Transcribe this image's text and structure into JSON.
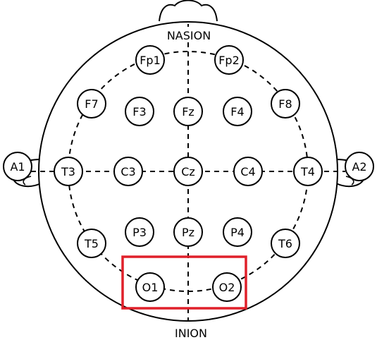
{
  "diagram": {
    "landmarks": {
      "top": "NASION",
      "bottom": "INION"
    },
    "electrodes": [
      "Fp1",
      "Fp2",
      "F7",
      "F3",
      "Fz",
      "F4",
      "F8",
      "A1",
      "T3",
      "C3",
      "Cz",
      "C4",
      "T4",
      "A2",
      "T5",
      "P3",
      "Pz",
      "P4",
      "T6",
      "O1",
      "O2"
    ],
    "highlight": {
      "color": "#e0202a",
      "encloses": [
        "O1",
        "O2"
      ]
    },
    "colors": {
      "stroke": "#000000",
      "background": "#ffffff"
    }
  }
}
